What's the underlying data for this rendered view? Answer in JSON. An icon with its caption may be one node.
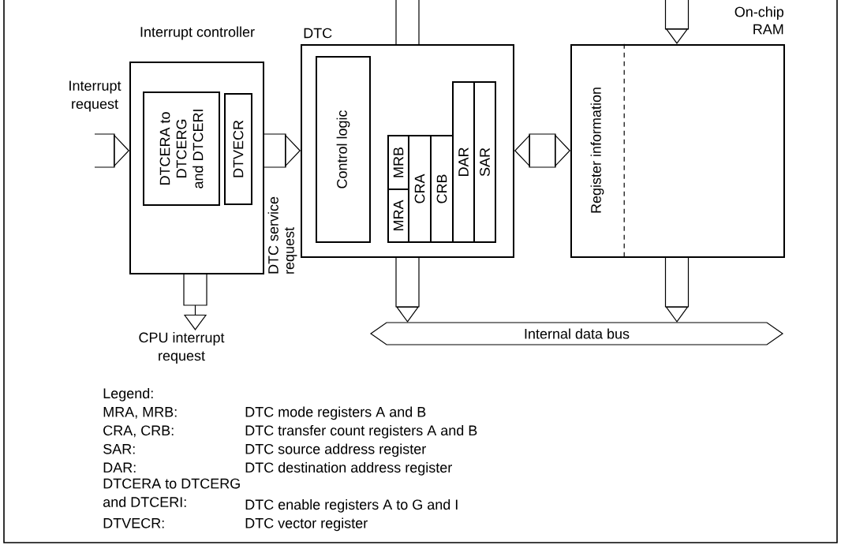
{
  "diagram": {
    "nodes": [
      {
        "text": [
          "Interrupt controller"
        ]
      },
      {
        "text": [
          "DTCERA to DTCERG and DTCERI"
        ],
        "in": 0
      },
      {
        "text": [
          "DTVECR"
        ],
        "in": 0
      },
      {
        "text": [
          "DTC"
        ]
      },
      {
        "text": [
          "Control logic"
        ],
        "in": 3
      },
      {
        "text": [
          "MRB"
        ],
        "in": 3
      },
      {
        "text": [
          "MRA"
        ],
        "in": 3
      },
      {
        "text": [
          "CRA"
        ],
        "in": 3
      },
      {
        "text": [
          "CRB"
        ],
        "in": 3
      },
      {
        "text": [
          "DAR"
        ],
        "in": 3
      },
      {
        "text": [
          "SAR"
        ],
        "in": 3
      },
      {
        "text": [
          "On-chip RAM"
        ]
      },
      {
        "text": [
          "Register information"
        ],
        "in": 11
      },
      {
        "text": [
          "Internal data bus"
        ]
      },
      {
        "text": [
          "Interrupt request"
        ]
      },
      {
        "text": [
          "CPU interrupt request"
        ]
      }
    ],
    "edges": [
      {
        "from": 14,
        "to": 0,
        "arrow": "to"
      },
      {
        "from": 0,
        "to": 3,
        "arrow": "to",
        "label": "DTC service request"
      },
      {
        "from": 3,
        "to": 11,
        "arrow": "both"
      },
      {
        "from": null,
        "to": 3,
        "arrow": "none"
      },
      {
        "from": null,
        "to": 11,
        "arrow": "to"
      },
      {
        "from": 0,
        "to": 15,
        "arrow": "to"
      },
      {
        "from": 3,
        "to": 13,
        "arrow": "to"
      },
      {
        "from": 11,
        "to": 13,
        "arrow": "to"
      }
    ],
    "labels": [
      "Legend:",
      "MRA, MRB:",
      "DTC mode registers A and B",
      "CRA, CRB:",
      "DTC transfer count registers A and B",
      "SAR:",
      "DTC source address register",
      "DAR:",
      "DTC destination address register",
      "DTCERA to DTCERG and DTCERI:",
      "DTC enable registers A to G and I",
      "DTVECR:",
      "DTC vector register"
    ]
  }
}
